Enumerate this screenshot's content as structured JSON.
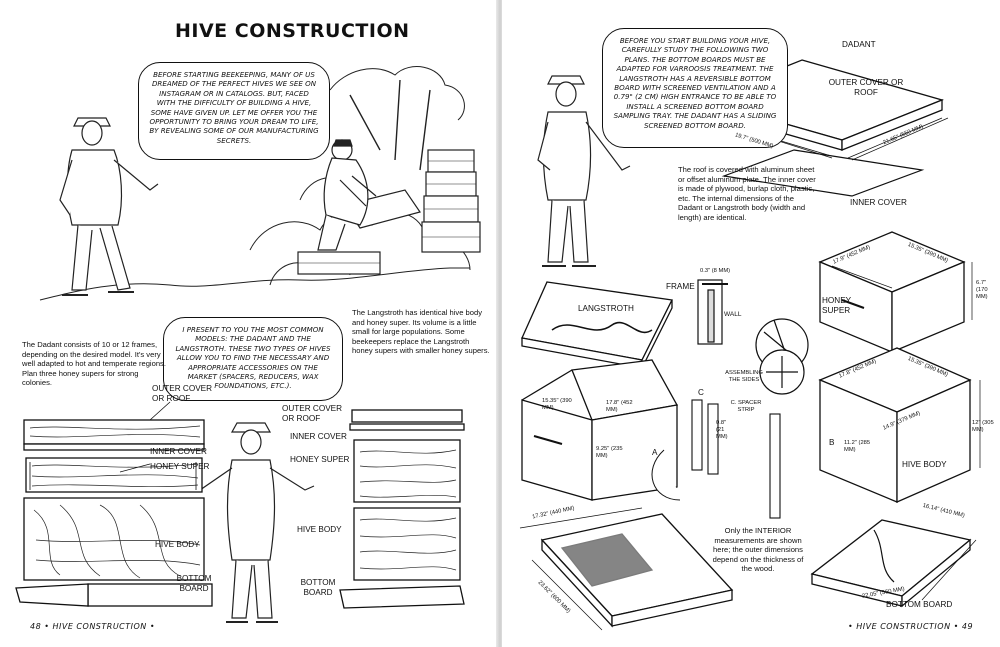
{
  "left_page": {
    "title": "HIVE CONSTRUCTION",
    "intro_bubble": "BEFORE STARTING BEEKEEPING, MANY OF US DREAMED OF THE PERFECT HIVES WE SEE ON INSTAGRAM OR IN CATALOGS. BUT, FACED WITH THE DIFFICULTY OF BUILDING A HIVE, SOME HAVE GIVEN UP. LET ME OFFER YOU THE OPPORTUNITY TO BRING YOUR DREAM TO LIFE, BY REVEALING SOME OF OUR MANUFACTURING SECRETS.",
    "models_bubble": "I PRESENT TO YOU THE MOST COMMON MODELS: THE DADANT AND THE LANGSTROTH. THESE TWO TYPES OF HIVES ALLOW YOU TO FIND THE NECESSARY AND APPROPRIATE ACCESSORIES ON THE MARKET (SPACERS, REDUCERS, WAX FOUNDATIONS, ETC.).",
    "dadant_text": "The Dadant consists of 10 or 12 frames, depending on the desired model. It's very well adapted to hot and temperate regions. Plan three honey supers for strong colonies.",
    "langstroth_text": "The Langstroth has identical hive body and honey super. Its volume is a little small for large populations. Some beekeepers replace the Langstroth honey supers with smaller honey supers.",
    "labels_left": {
      "outer_cover": "OUTER COVER OR ROOF",
      "inner_cover": "INNER COVER",
      "honey_super": "HONEY SUPER",
      "hive_body": "HIVE BODY",
      "bottom_board": "BOTTOM BOARD"
    },
    "labels_right": {
      "outer_cover": "OUTER COVER OR ROOF",
      "inner_cover": "INNER COVER",
      "honey_super": "HONEY SUPER",
      "hive_body": "HIVE BODY",
      "bottom_board": "BOTTOM BOARD"
    },
    "footer": "48 • HIVE CONSTRUCTION •"
  },
  "right_page": {
    "plans_bubble": "BEFORE YOU START BUILDING YOUR HIVE, CAREFULLY STUDY THE FOLLOWING TWO PLANS. THE BOTTOM BOARDS MUST BE ADAPTED FOR VARROOSIS TREATMENT. THE LANGSTROTH HAS A REVERSIBLE BOTTOM BOARD WITH SCREENED VENTILATION AND A 0.79\" (2 CM) HIGH ENTRANCE TO BE ABLE TO INSTALL A SCREENED BOTTOM BOARD SAMPLING TRAY. THE DADANT HAS A SLIDING SCREENED BOTTOM BOARD.",
    "roof_text": "The roof is covered with aluminum sheet or offset aluminum plate. The inner cover is made of plywood, burlap cloth, plastic, etc. The internal dimensions of the Dadant or Langstroth body (width and length) are identical.",
    "interior_text": "Only the INTERIOR measurements are shown here; the outer dimensions depend on the thickness of the wood.",
    "labels": {
      "dadant": "DADANT",
      "outer_cover": "OUTER COVER OR ROOF",
      "inner_cover": "INNER COVER",
      "honey_super": "HONEY SUPER",
      "hive_body": "HIVE BODY",
      "bottom_board": "BOTTOM BOARD",
      "langstroth": "LANGSTROTH",
      "frame": "FRAME",
      "wall": "WALL",
      "assembling": "ASSEMBLING THE SIDES",
      "spacer": "C. SPACER STRIP",
      "a": "A",
      "b": "B",
      "c": "C"
    },
    "dims": {
      "roof_w": "19.7\" (500 MM)",
      "roof_l": "21.65\" (550 MM)",
      "super_d": "15.35\" (390 MM)",
      "super_w": "17.9\" (452 MM)",
      "super_h": "6.7\" (170 MM)",
      "body_l": "15.35\" (390 MM)",
      "body_w": "17.8\" (452 MM)",
      "body_h": "12\" (305 MM)",
      "body_b": "11.2\" (285 MM)",
      "body_b2": "14.9\" (379 MM)",
      "lang_d": "15.35\" (390 MM)",
      "lang_w": "17.8\" (452 MM)",
      "lang_h": "9.25\" (235 MM)",
      "frame_gap": "0.3\" (8 MM)",
      "spacer_dim": "0.8\" (21 MM)",
      "bb_left_w": "17.32\" (440 MM)",
      "bb_left_l": "23.62\" (600 MM)",
      "bb_right_w": "16.14\" (410 MM)",
      "bb_right_l": "22.05\" (560 MM)"
    },
    "footer": "• HIVE CONSTRUCTION • 49"
  }
}
